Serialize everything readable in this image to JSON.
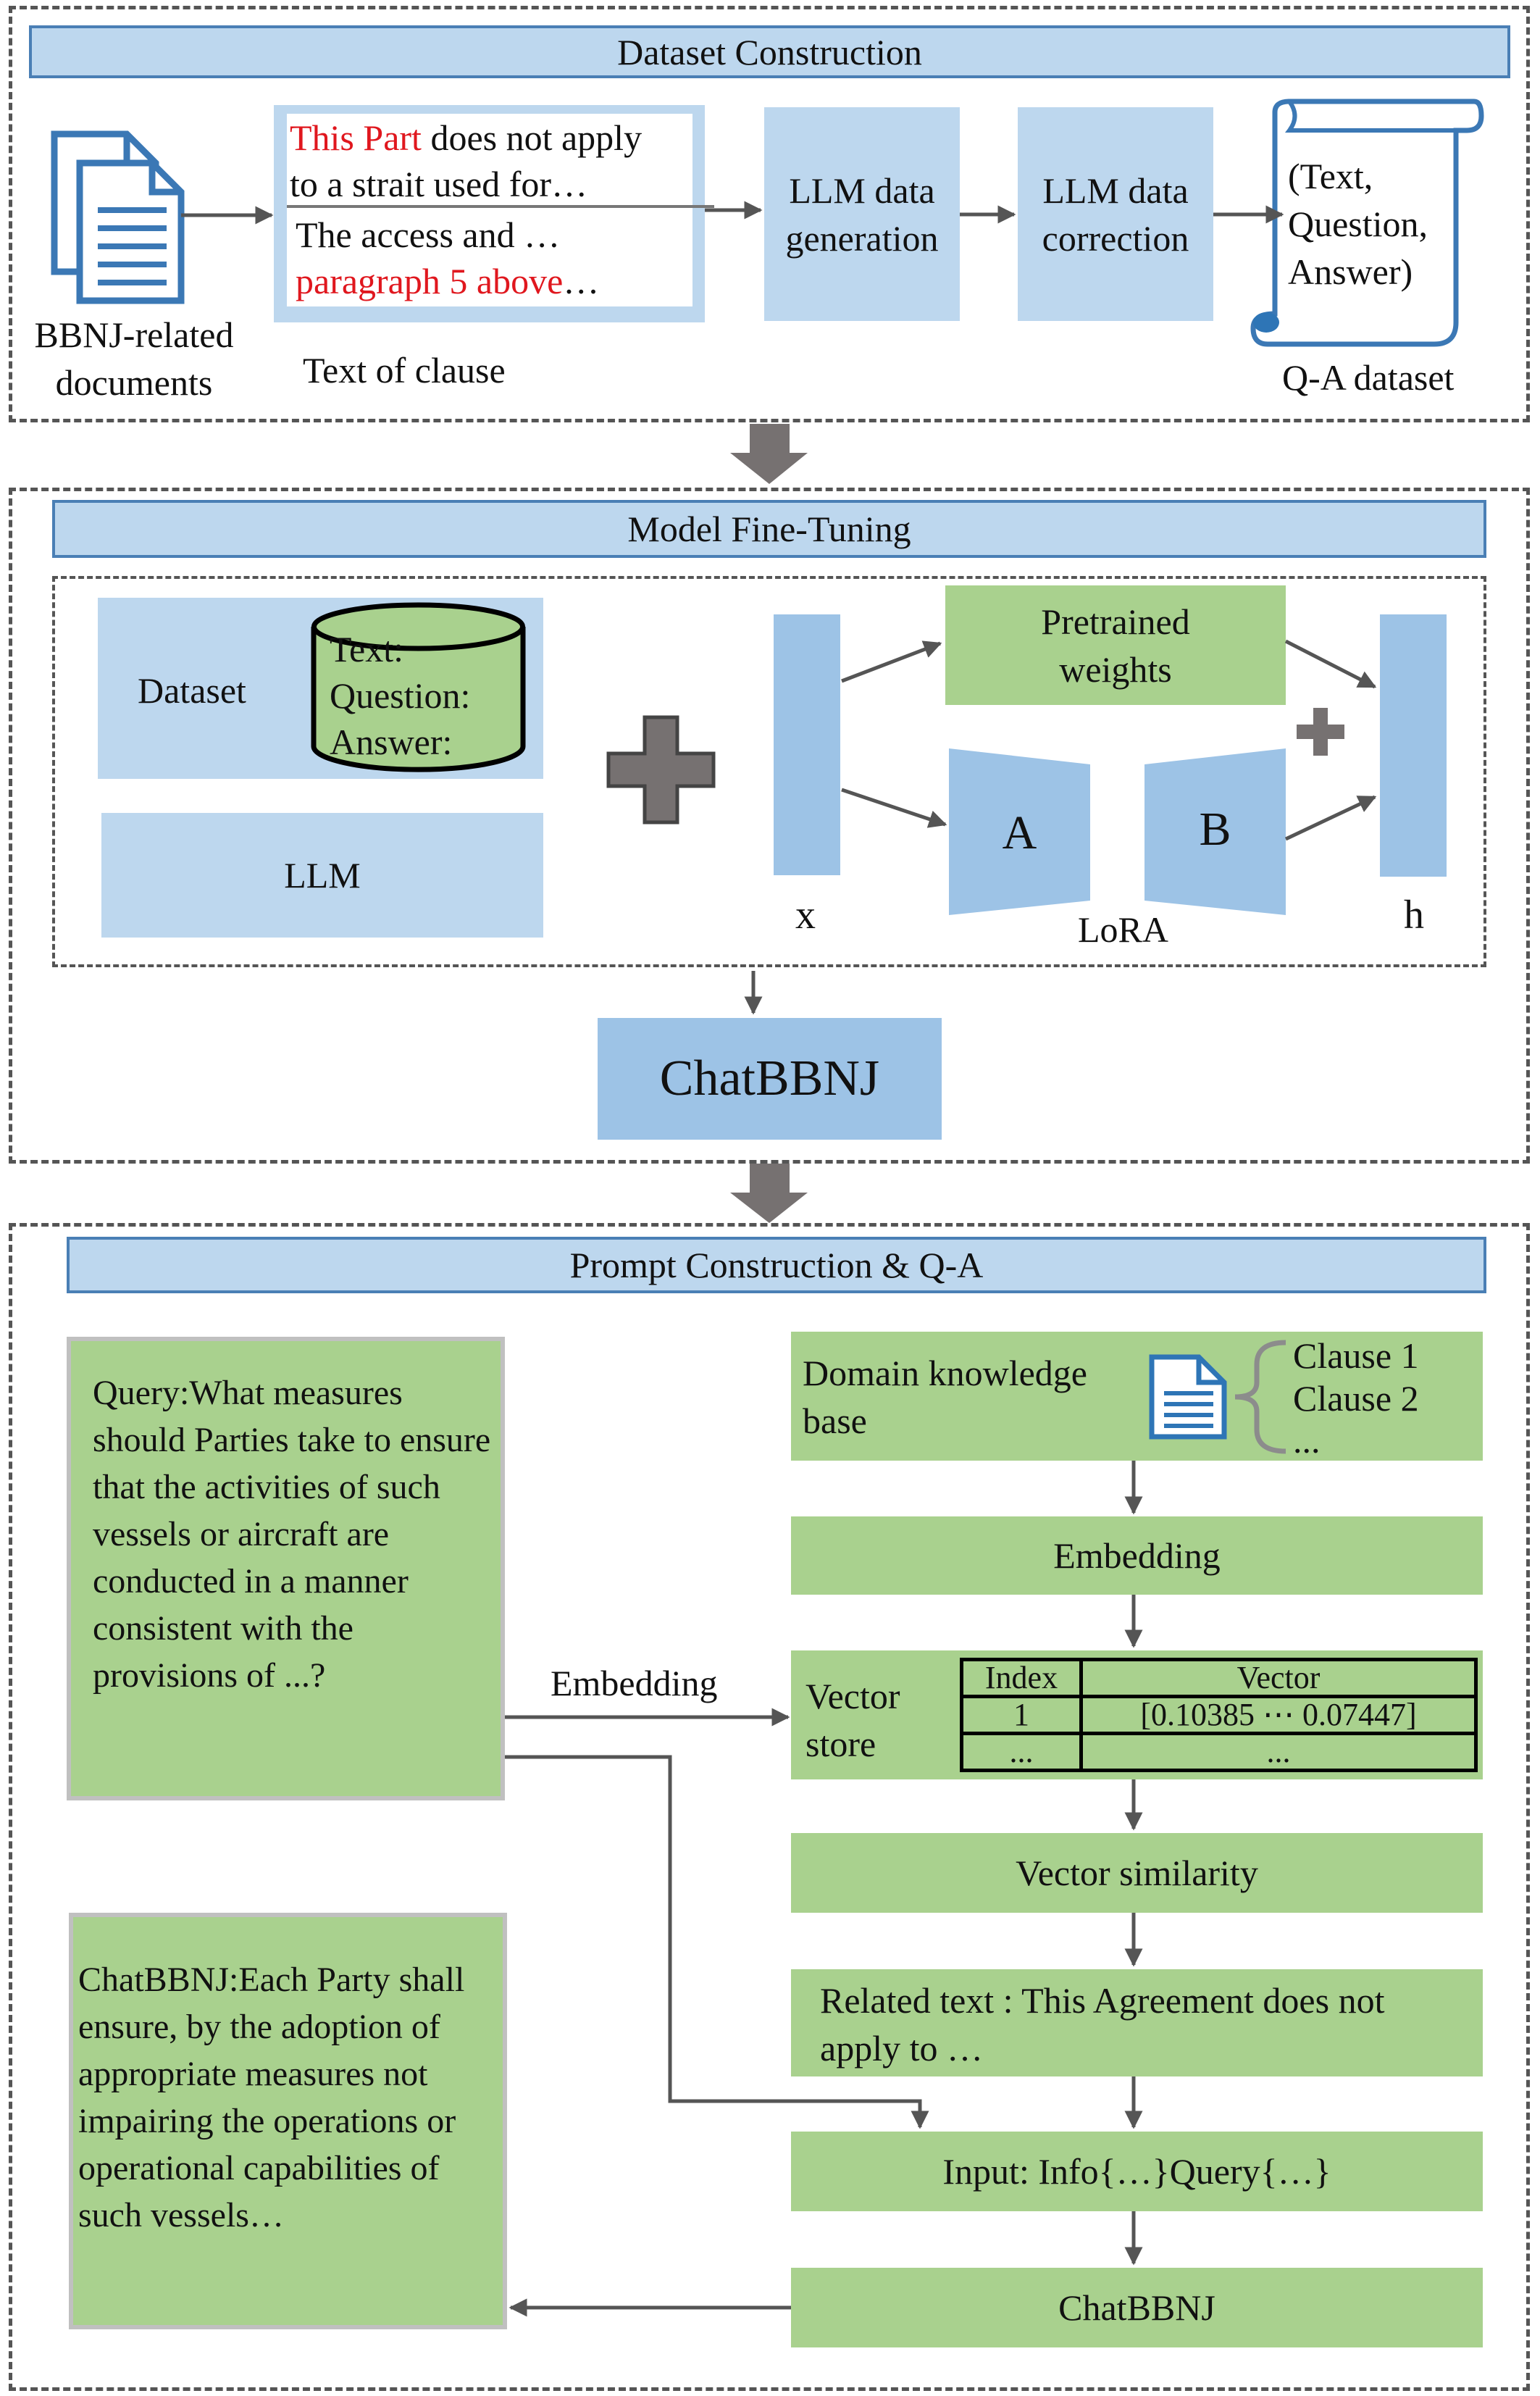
{
  "section1": {
    "header": "Dataset Construction",
    "docs_label": "BBNJ-related documents",
    "clause": {
      "line1_red": "This Part",
      "line1_rest": " does not apply",
      "line2": "to a strait used for…",
      "line3": "The access and …",
      "line4_red": "paragraph 5 above",
      "line4_rest": "…"
    },
    "clause_label": "Text of clause",
    "gen_box": "LLM data generation",
    "corr_box": "LLM data correction",
    "scroll_text": "(Text, Question, Answer)",
    "qa_label": "Q-A dataset"
  },
  "section2": {
    "header": "Model Fine-Tuning",
    "dataset_label": "Dataset",
    "cylinder_text": "Text:\nQuestion:\nAnswer:",
    "llm_label": "LLM",
    "pretrained": "Pretrained weights",
    "a_label": "A",
    "b_label": "B",
    "x_label": "x",
    "h_label": "h",
    "lora_label": "LoRA",
    "chat_box": "ChatBBNJ"
  },
  "section3": {
    "header": "Prompt Construction & Q-A",
    "query": "Query:What measures should Parties take to ensure that the activities of such vessels or aircraft are conducted in a manner consistent with the provisions of ...?",
    "answer": "ChatBBNJ:Each Party shall ensure, by the adoption of appropriate measures not impairing the operations or operational capabilities of such vessels…",
    "domain_kb": "Domain knowledge base",
    "clauses": [
      "Clause 1",
      "Clause 2",
      "..."
    ],
    "embedding_box": "Embedding",
    "embedding_arrow_label": "Embedding",
    "vector_store": "Vector store",
    "table": {
      "headers": [
        "Index",
        "Vector"
      ],
      "rows": [
        [
          "1",
          "[0.10385 ⋯ 0.07447]"
        ],
        [
          "...",
          "..."
        ]
      ]
    },
    "similarity": "Vector similarity",
    "related_text": "Related text : This Agreement does not apply to …",
    "input_box": "Input: Info{…}Query{…}",
    "chat_final": "ChatBBNJ"
  },
  "colors": {
    "header_fill": "#bdd7ee",
    "box_blue": "#bdd7ee",
    "box_blue_dark": "#9dc3e6",
    "box_green": "#a9d18e",
    "red_text": "#e0171e",
    "arrow_gray": "#555555"
  }
}
